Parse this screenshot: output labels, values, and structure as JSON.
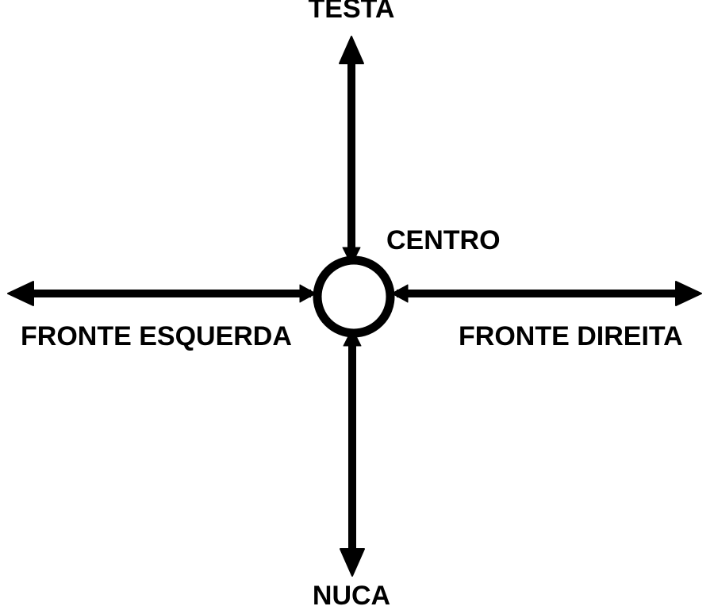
{
  "diagram": {
    "type": "orientation-cross-diagram",
    "labels": {
      "top": "TESTA",
      "center": "CENTRO",
      "left": "FRONTE ESQUERDA",
      "right": "FRONTE DIREITA",
      "bottom": "NUCA"
    },
    "colors": {
      "stroke": "#000000",
      "background": "#ffffff",
      "circle_fill": "#ffffff"
    }
  }
}
